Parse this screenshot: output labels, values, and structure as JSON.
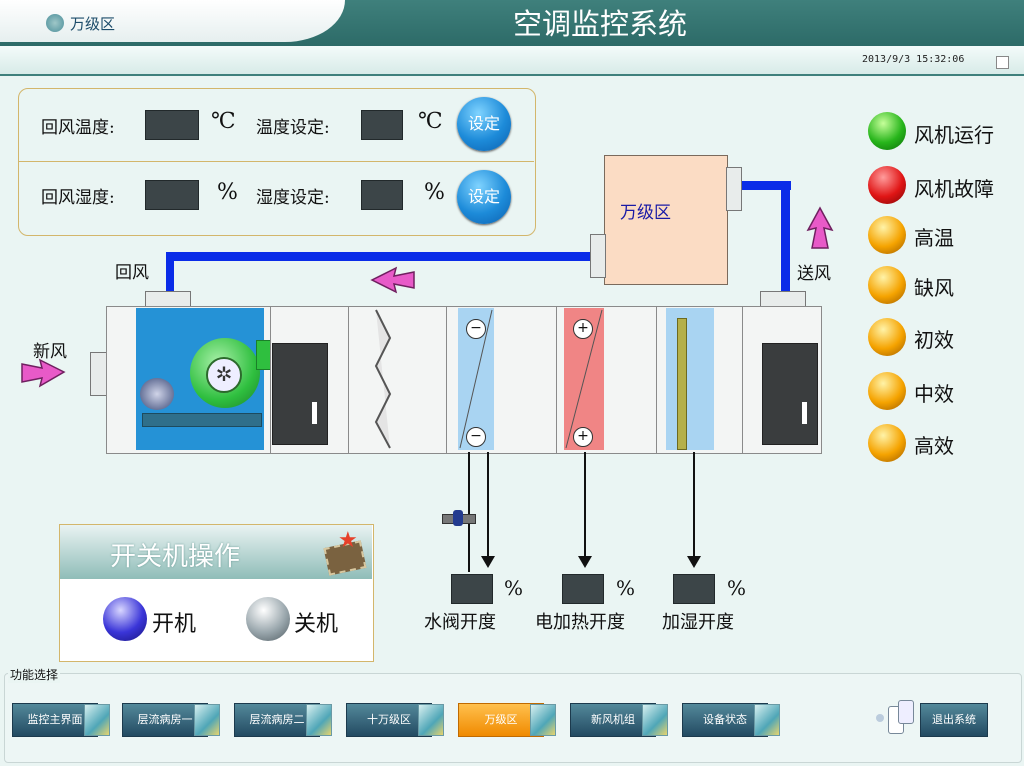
{
  "header": {
    "logo_text": "万级区",
    "title": "空调监控系统",
    "datetime": "2013/9/3 15:32:06"
  },
  "params": {
    "return_temp_label": "回风温度:",
    "temp_unit": "℃",
    "temp_set_label": "温度设定:",
    "return_humidity_label": "回风湿度:",
    "humidity_unit": "%",
    "humidity_set_label": "湿度设定:",
    "set_button": "设定"
  },
  "status_lights": [
    {
      "label": "风机运行",
      "color": "green"
    },
    {
      "label": "风机故障",
      "color": "red"
    },
    {
      "label": "高温",
      "color": "orange"
    },
    {
      "label": "缺风",
      "color": "orange"
    },
    {
      "label": "初效",
      "color": "orange"
    },
    {
      "label": "中效",
      "color": "orange"
    },
    {
      "label": "高效",
      "color": "orange"
    }
  ],
  "ahu": {
    "return_air": "回风",
    "fresh_air": "新风",
    "supply_air": "送风",
    "zone": "万级区",
    "sign_minus": "−",
    "sign_plus": "+",
    "percent": "%",
    "valve_label": "水阀开度",
    "heater_label": "电加热开度",
    "humidifier_label": "加湿开度"
  },
  "power": {
    "title": "开关机操作",
    "on_label": "开机",
    "off_label": "关机"
  },
  "func": {
    "legend": "功能选择",
    "buttons": [
      "监控主界面",
      "层流病房一",
      "层流病房二",
      "十万级区",
      "万级区",
      "新风机组",
      "设备状态"
    ],
    "active_index": 4,
    "exit": "退出系统"
  },
  "colors": {
    "header": "#2d6b68",
    "pipe": "#0a2ce8",
    "panel_border": "#d3b66b",
    "coil_cool": "#a9d4f2",
    "coil_heat": "#f08585",
    "active_button": "#f5a300"
  }
}
